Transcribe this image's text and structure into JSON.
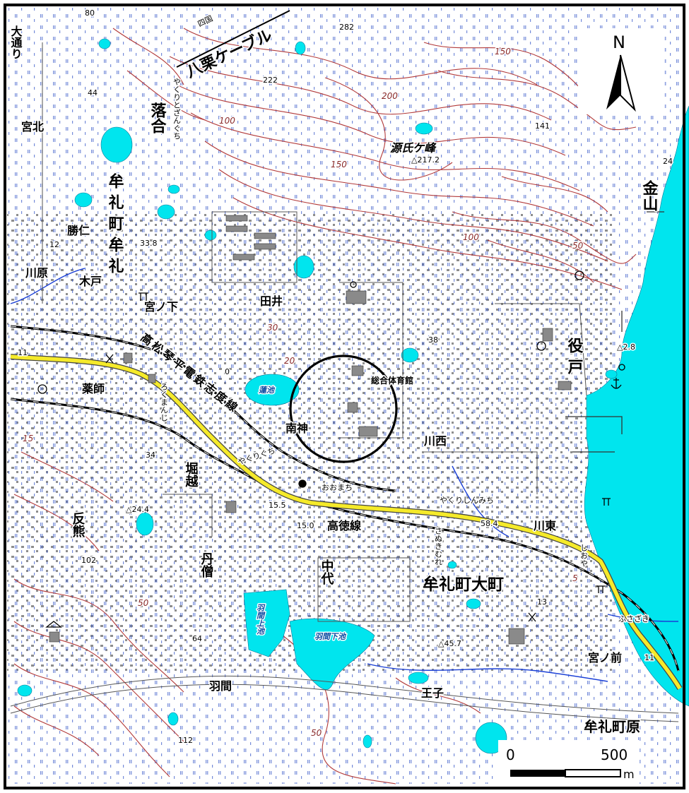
{
  "map": {
    "colors": {
      "water": "#00e5ee",
      "contour": "#b23a3a",
      "road_major": "#f5ea2a",
      "river": "#1a3fd6",
      "building": "#777777",
      "marker_circle": "#000000"
    },
    "north_label": "N",
    "scale_bar": {
      "zero": "0",
      "max": "500",
      "unit": "m"
    },
    "labels": {
      "shimobarikitodori": "大通り",
      "shikoku": "四国",
      "yakuri_cable": "八栗ケーブル",
      "yakuri_tozan": "やくりとざんぐち",
      "ochiai": "落合",
      "miyakita": "宮北",
      "murechou_mure": "牟礼町牟礼",
      "katsuni": "勝仁",
      "kawahara": "川原",
      "kido": "木戸",
      "miyanoshita": "宮ノ下",
      "tai": "田井",
      "genjigamine": "源氏ケ峰",
      "kanayama": "金山",
      "yakudo": "役戸",
      "sogo_taiikukan": "総合体育館",
      "kotoden_shido": "高松琴平電鉄志度線",
      "yakushi": "薬師",
      "rokumanji": "ろくまんじ",
      "minamigami": "南神",
      "rengeike": "蓮池",
      "kawanishi": "川西",
      "yakuriguchi": "やくりぐち",
      "horikoshi": "堀越",
      "omachi": "おおまち",
      "yakuri_shinmichi": "やくりしんみち",
      "kotoku_line": "高徳線",
      "kawahigashi": "川東",
      "sorikuma": "反熊",
      "nisou": "丹僧",
      "nakashiro": "中代",
      "sanuki_mure": "さぬきむれ",
      "shioya": "しおや",
      "murechou_omachi": "牟礼町大町",
      "habaue_ike": "羽間上池",
      "habashita_ike": "羽間下池",
      "fusazaki": "ふさざき",
      "miyanomae": "宮ノ前",
      "haba": "羽間",
      "ouji": "王子",
      "murechou_hara": "牟礼町原"
    },
    "elevations": {
      "e80": "80",
      "e282": "282",
      "e222": "222",
      "e44": "44",
      "e141": "141",
      "e217": "△217.2",
      "e24": "24",
      "e12": "12",
      "e33": "33.8",
      "e38": "38",
      "e2": "△2.8",
      "e0": "0",
      "e34": "34",
      "e155": "15.5",
      "e150": "15.0",
      "e584": "58.4",
      "e244": "△24.4",
      "e102": "102",
      "e13": "13",
      "e457": "△45.7",
      "e64": "64",
      "e112": "112",
      "e11": "11",
      "e11b": "11"
    },
    "contours": {
      "c150a": "150",
      "c200": "200",
      "c100": "100",
      "c150b": "150",
      "c100b": "100",
      "c50": "50",
      "c30": "30",
      "c20": "20",
      "c50b": "50",
      "c15": "15",
      "c5": "5",
      "c50c": "50"
    }
  }
}
